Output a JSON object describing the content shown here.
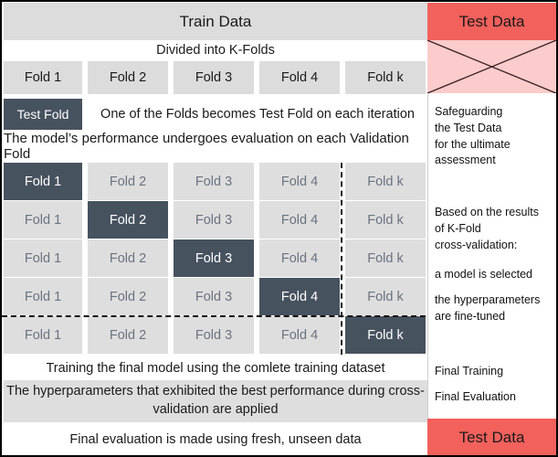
{
  "header": {
    "train_label": "Train Data",
    "test_label": "Test Data",
    "divided_label": "Divided into K-Folds"
  },
  "colors": {
    "test_red": "#f2615c",
    "test_pink": "#fbcccb",
    "train_gray": "#dcdcdc",
    "fold_gray": "#dedede",
    "fold_active": "#47525f",
    "fold_text": "#6b7280"
  },
  "fold_row_top": {
    "labels": [
      "Fold 1",
      "Fold 2",
      "Fold 3",
      "Fold 4",
      "Fold k"
    ]
  },
  "iteration": {
    "chip_label": "Test Fold",
    "chip_text": "One of the Folds becomes Test Fold on each iteration",
    "performance_text": "The model’s performance undergoes evaluation on each Validation Fold"
  },
  "grid": {
    "columns": [
      "Fold 1",
      "Fold 2",
      "Fold 3",
      "Fold 4",
      "Fold k"
    ],
    "rows": [
      {
        "cells": [
          "Fold 1",
          "Fold 2",
          "Fold 3",
          "Fold 4",
          "Fold k"
        ],
        "active": 0
      },
      {
        "cells": [
          "Fold 1",
          "Fold 2",
          "Fold 3",
          "Fold 4",
          "Fold k"
        ],
        "active": 1
      },
      {
        "cells": [
          "Fold 1",
          "Fold 2",
          "Fold 3",
          "Fold 4",
          "Fold k"
        ],
        "active": 2
      },
      {
        "cells": [
          "Fold 1",
          "Fold 2",
          "Fold 3",
          "Fold 4",
          "Fold k"
        ],
        "active": 3
      },
      {
        "cells": [
          "Fold 1",
          "Fold 2",
          "Fold 3",
          "Fold 4",
          "Fold k"
        ],
        "active": 4
      }
    ]
  },
  "footer": {
    "final_training_text": "Training the final model using the comlete training dataset",
    "hyperparameters_text": "The hyperparameters that exhibited the best performance during cross-validation are applied",
    "final_evaluation_text": "Final evaluation is made using fresh, unseen data",
    "test_label": "Test Data"
  },
  "sidebar": {
    "note_safeguard": "Safeguarding\nthe Test Data\nfor the ultimate\nassessment",
    "note_based_on": "Based on the results\nof K-Fold\ncross-validation:",
    "note_model": "a model is selected",
    "note_hyper": "the hyperparameters\nare fine-tuned",
    "note_final_training": "Final Training",
    "note_final_evaluation": "Final Evaluation"
  }
}
